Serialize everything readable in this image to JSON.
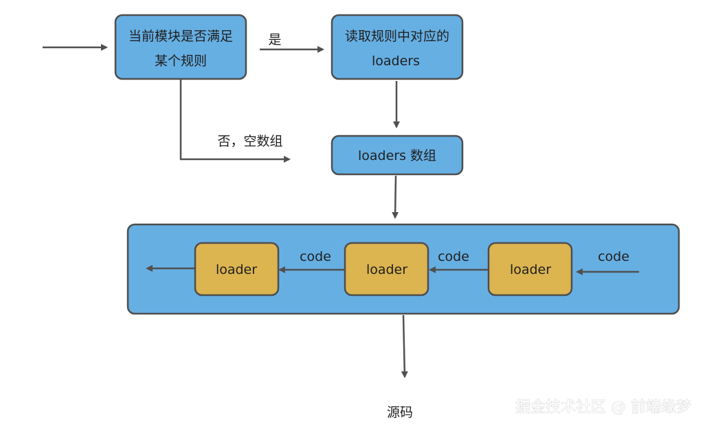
{
  "diagram": {
    "colors": {
      "box_fill": "#66afe3",
      "loader_fill": "#dcb450",
      "stroke": "#4e4e4e",
      "arrow": "#505050"
    },
    "nodes": {
      "match_rule_line1": "当前模块是否满足",
      "match_rule_line2": "某个规则",
      "read_rule_line1": "读取规则中对应的",
      "read_rule_line2": "loaders",
      "loaders_array": "loaders 数组",
      "loader_left": "loader",
      "loader_middle": "loader",
      "loader_right": "loader"
    },
    "edges": {
      "yes": "是",
      "no_empty_array": "否，空数组",
      "code_left": "code",
      "code_middle": "code",
      "code_right": "code",
      "source_code": "源码"
    },
    "watermark": "掘金技术社区 @ 前端缘梦"
  }
}
